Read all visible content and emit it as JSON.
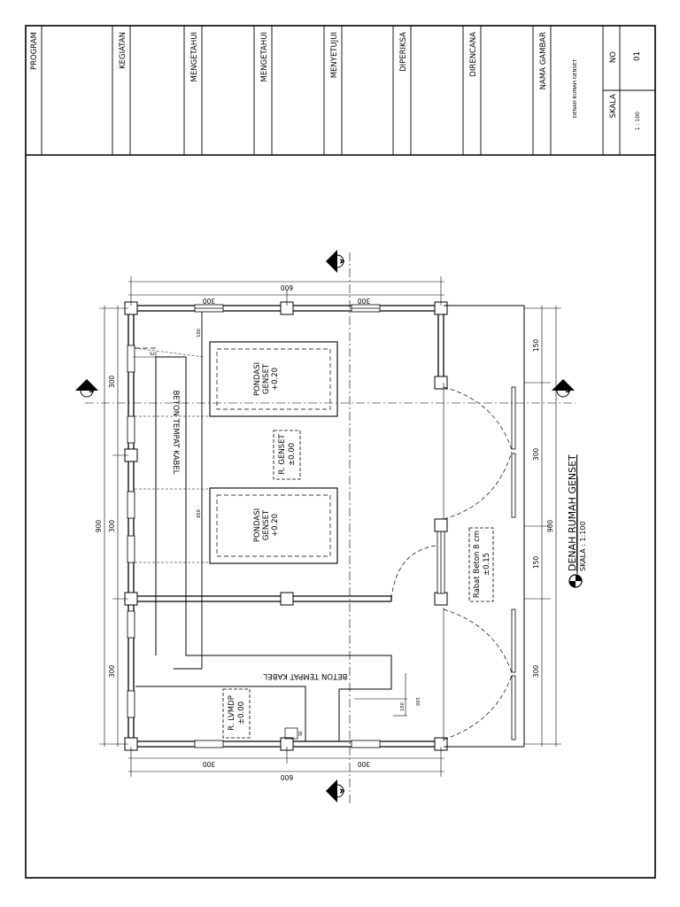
{
  "title_block": {
    "program": "PROGRAM",
    "kegiatan": "KEGIATAN",
    "mengetahui_1": "MENGETAHUI",
    "mengetahui_2": "MENGETAHUI",
    "menyetujui": "MENYETUJUI",
    "diperiksa": "DIPERIKSA",
    "direncana": "DIRENCANA",
    "nama_gambar": "NAMA GAMBAR",
    "drawing_name": "DENAH RUMAH GENSET",
    "skala_label": "SKALA",
    "skala_value": "1 : 100",
    "no_label": "NO",
    "no_value": "01"
  },
  "plan": {
    "title": "DENAH RUMAH GENSET",
    "scale": "SKALA : 1:100",
    "rooms": {
      "pondasi_1_name": "PONDASI",
      "pondasi_1_sub": "GENSET",
      "pondasi_1_level": "+0.20",
      "pondasi_2_name": "PONDASI",
      "pondasi_2_sub": "GENSET",
      "pondasi_2_level": "+0.20",
      "genset_room": "R. GENSET",
      "genset_level": "±0.00",
      "lvmdp_room": "R. LVMDP",
      "lvmdp_level": "±0.00",
      "rabat": "Rabat Beton 8 cm",
      "rabat_level": "±0.15",
      "beton_kabel_1": "BETON TEMPAT KABEL",
      "beton_kabel_2": "BETON TEMPAT KABEL"
    },
    "dimensions": {
      "top_total": "600",
      "top_a": "300",
      "top_b": "300",
      "bottom_total": "600",
      "bottom_a": "300",
      "bottom_b": "300",
      "left_total": "900",
      "left_a": "300",
      "left_b": "300",
      "left_c": "300",
      "right_total": "900",
      "right_a": "150",
      "right_b": "300",
      "right_c": "150",
      "right_d": "300",
      "small_100": "100",
      "small_75": "75",
      "small_650": "650",
      "small_150": "150",
      "small_100b": "100",
      "small_35": "35"
    },
    "section_markers": {
      "a_top": "A",
      "a_bottom": "A",
      "b_left": "B",
      "b_right": "B"
    }
  }
}
